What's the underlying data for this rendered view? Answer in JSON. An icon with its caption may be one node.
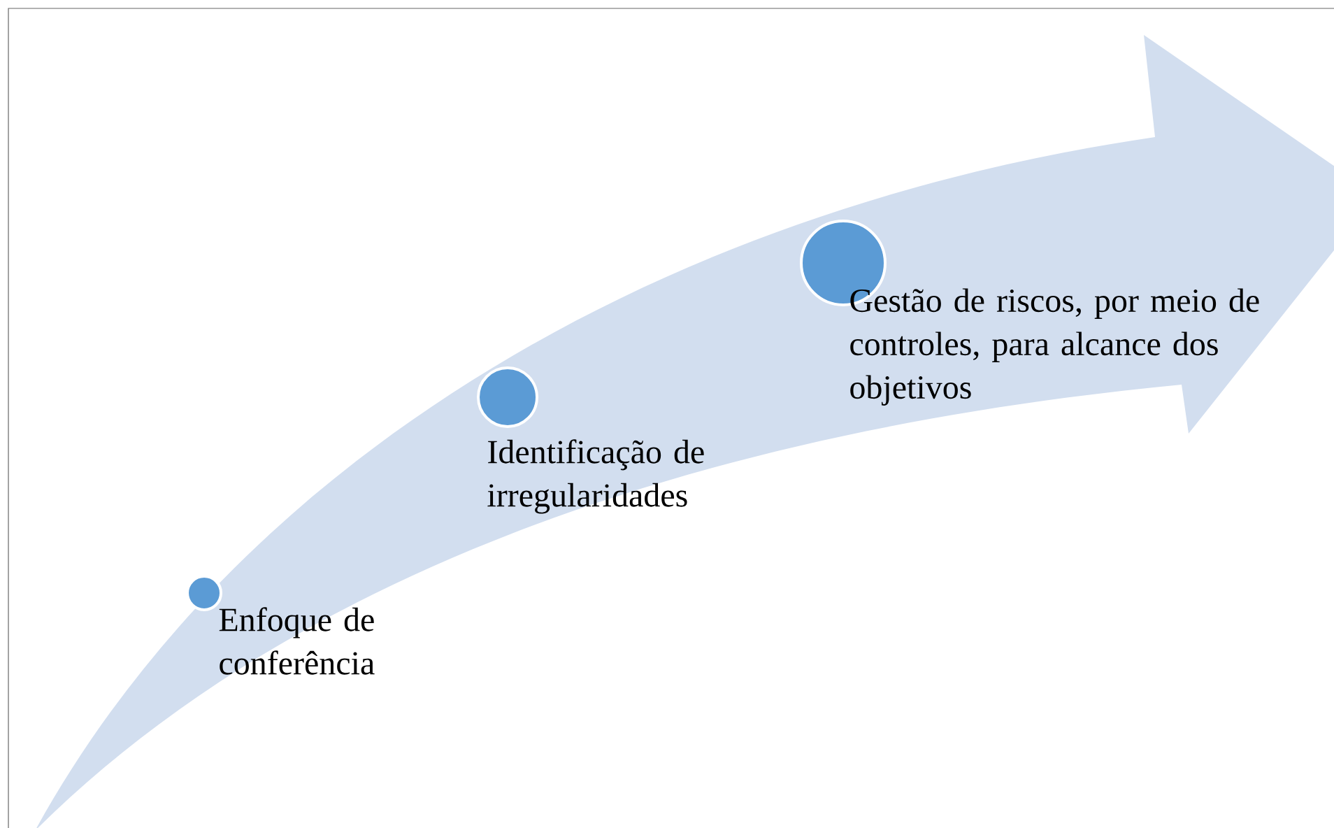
{
  "diagram": {
    "nodes": [
      {
        "text": [
          "Enfoque de conferência"
        ]
      },
      {
        "text": [
          "Identificação de irregularidades"
        ]
      },
      {
        "text": [
          "Gestão de riscos, por meio de controles, para alcance dos objetivos"
        ]
      }
    ]
  }
}
